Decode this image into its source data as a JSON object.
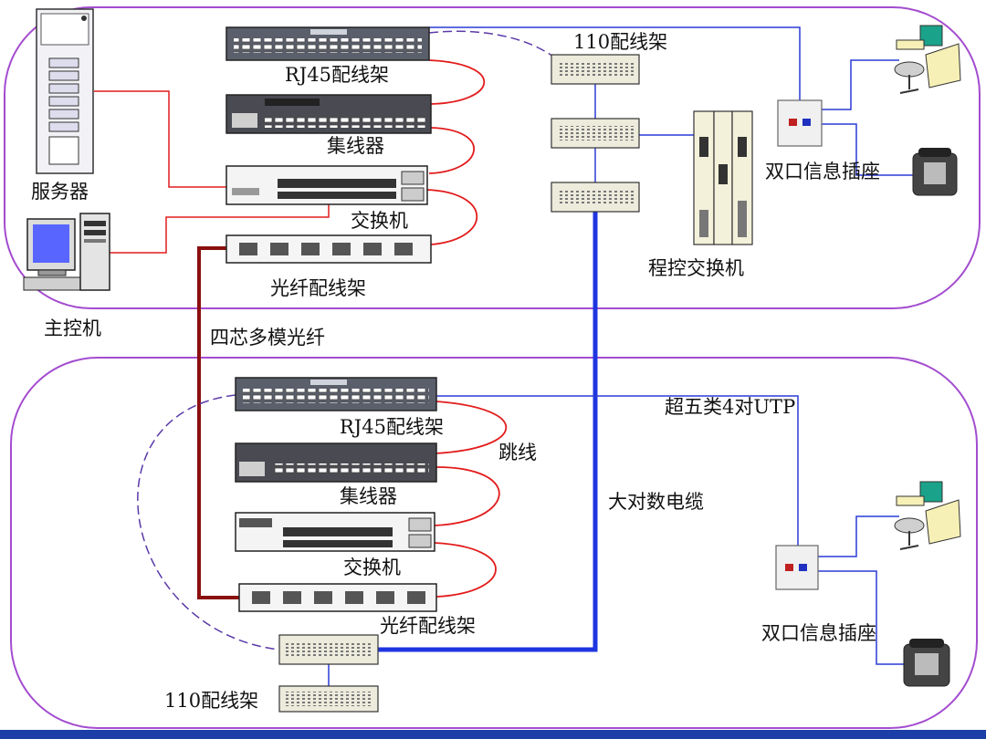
{
  "labels": {
    "rj45_top": "RJ45配线架",
    "hub_top": "集线器",
    "switch_top": "交换机",
    "fiber_top": "光纤配线架",
    "server": "服务器",
    "host": "主控机",
    "frame110_top": "110配线架",
    "pbx": "程控交换机",
    "outlet_top": "双口信息插座",
    "fiber_cable": "四芯多模光纤",
    "rj45_bottom": "RJ45配线架",
    "jumper": "跳线",
    "hub_bottom": "集线器",
    "switch_bottom": "交换机",
    "fiber_bottom": "光纤配线架",
    "frame110_bottom": "110配线架",
    "backbone_cable": "大对数电缆",
    "utp_cable": "超五类4对UTP",
    "outlet_bottom": "双口信息插座"
  },
  "colors": {
    "zone_border": "#a34ccf",
    "patch_red": "#e21b1b",
    "utp_blue": "#2a3bd6",
    "backbone_blue": "#1f35e0",
    "fiber_dark_red": "#8a0f0f",
    "bottom_bar": "#1b3fa6"
  }
}
